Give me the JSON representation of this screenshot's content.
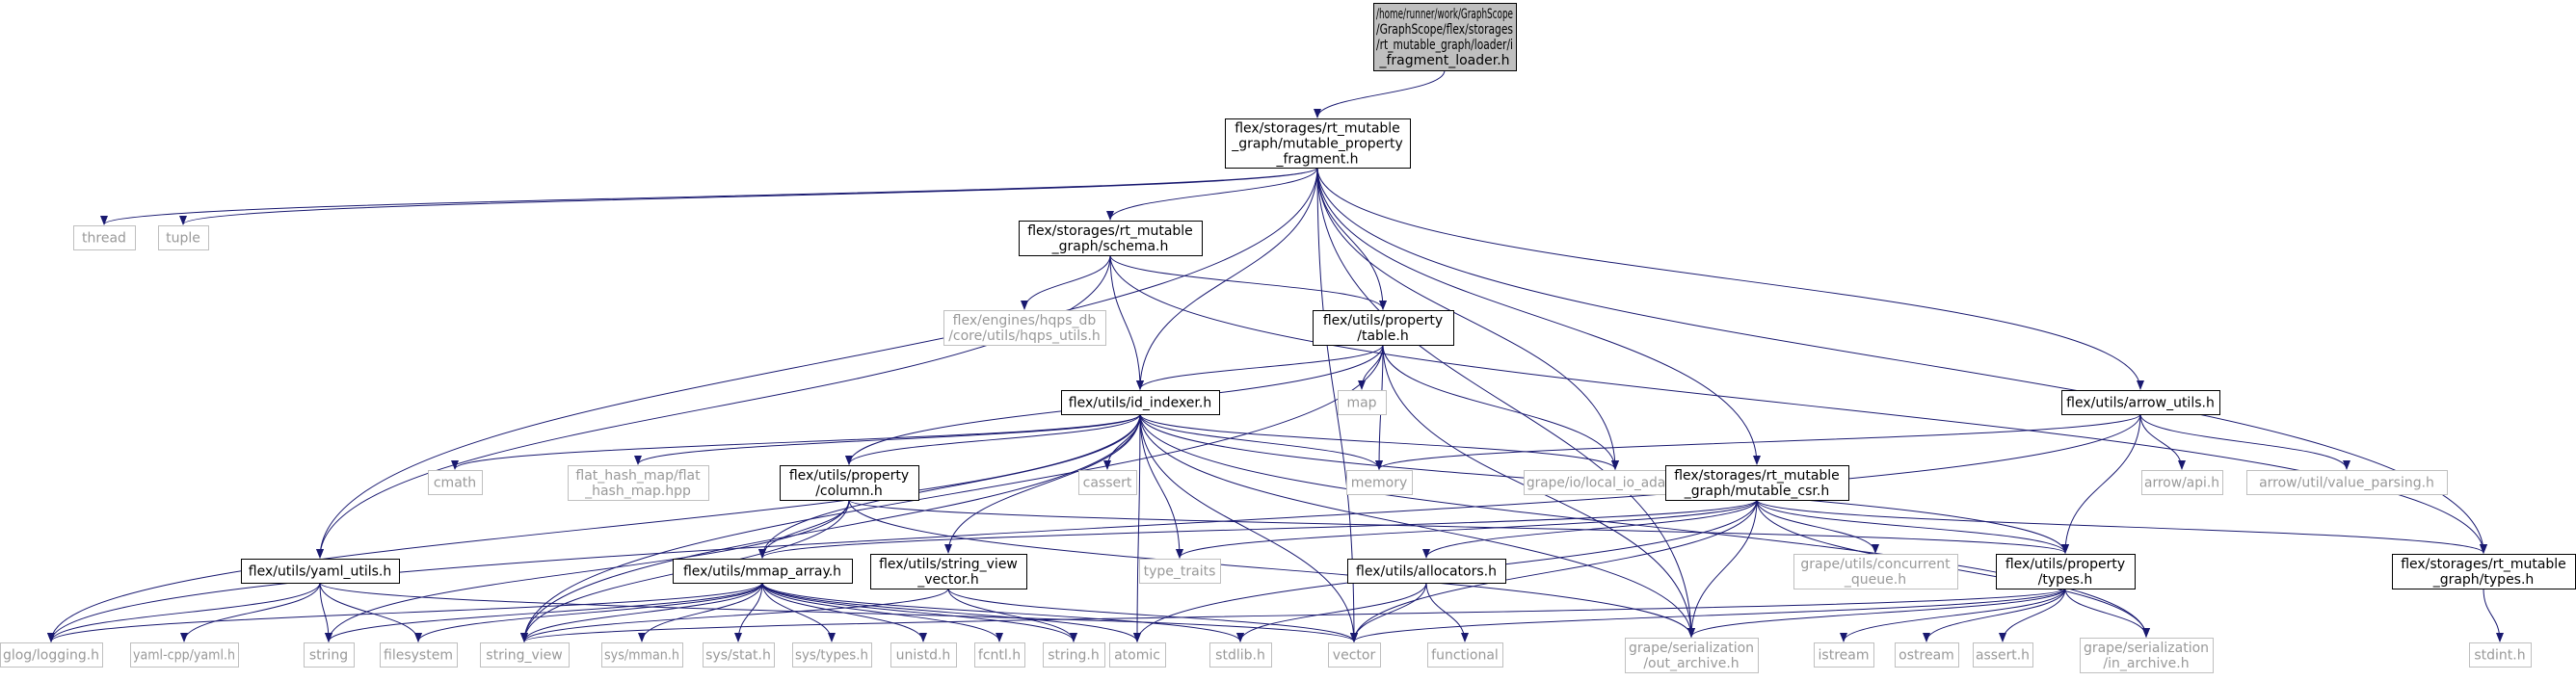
{
  "colors": {
    "edge": "#191970",
    "root_fill": "#bfbfbf",
    "node_border": "#000000",
    "system_border": "#bfbfbf",
    "system_text": "#999999"
  },
  "nodes": [
    {
      "id": "root",
      "kind": "root",
      "lines": [
        "/home/runner/work/GraphScope",
        "/GraphScope/flex/storages",
        "/rt_mutable_graph/loader/i",
        "_fragment_loader.h"
      ]
    },
    {
      "id": "mpf",
      "kind": "solid",
      "lines": [
        "flex/storages/rt_mutable",
        "_graph/mutable_property",
        "_fragment.h"
      ]
    },
    {
      "id": "thread",
      "kind": "sys",
      "lines": [
        "thread"
      ]
    },
    {
      "id": "tuple",
      "kind": "sys",
      "lines": [
        "tuple"
      ]
    },
    {
      "id": "schema",
      "kind": "solid",
      "lines": [
        "flex/storages/rt_mutable",
        "_graph/schema.h"
      ]
    },
    {
      "id": "hqps",
      "kind": "sys",
      "lines": [
        "flex/engines/hqps_db",
        "/core/utils/hqps_utils.h"
      ]
    },
    {
      "id": "table",
      "kind": "solid",
      "lines": [
        "flex/utils/property",
        "/table.h"
      ]
    },
    {
      "id": "map",
      "kind": "sys",
      "lines": [
        "map"
      ]
    },
    {
      "id": "idx",
      "kind": "solid",
      "lines": [
        "flex/utils/id_indexer.h"
      ]
    },
    {
      "id": "arrowu",
      "kind": "solid",
      "lines": [
        "flex/utils/arrow_utils.h"
      ]
    },
    {
      "id": "cmath",
      "kind": "sys",
      "lines": [
        "cmath"
      ]
    },
    {
      "id": "fhm",
      "kind": "sys",
      "lines": [
        "flat_hash_map/flat",
        "_hash_map.hpp"
      ]
    },
    {
      "id": "column",
      "kind": "solid",
      "lines": [
        "flex/utils/property",
        "/column.h"
      ]
    },
    {
      "id": "cassert",
      "kind": "sys",
      "lines": [
        "cassert"
      ]
    },
    {
      "id": "memory",
      "kind": "sys",
      "lines": [
        "memory"
      ]
    },
    {
      "id": "localio",
      "kind": "sys",
      "lines": [
        "grape/io/local_io_adaptor.h"
      ]
    },
    {
      "id": "csr",
      "kind": "solid",
      "lines": [
        "flex/storages/rt_mutable",
        "_graph/mutable_csr.h"
      ]
    },
    {
      "id": "arrowapi",
      "kind": "sys",
      "lines": [
        "arrow/api.h"
      ]
    },
    {
      "id": "valparse",
      "kind": "sys",
      "lines": [
        "arrow/util/value_parsing.h"
      ]
    },
    {
      "id": "yaml",
      "kind": "solid",
      "lines": [
        "flex/utils/yaml_utils.h"
      ]
    },
    {
      "id": "mmap",
      "kind": "solid",
      "lines": [
        "flex/utils/mmap_array.h"
      ]
    },
    {
      "id": "svv",
      "kind": "solid",
      "lines": [
        "flex/utils/string_view",
        "_vector.h"
      ]
    },
    {
      "id": "typetraits",
      "kind": "sys",
      "lines": [
        "type_traits"
      ]
    },
    {
      "id": "alloc",
      "kind": "solid",
      "lines": [
        "flex/utils/allocators.h"
      ]
    },
    {
      "id": "cq",
      "kind": "sys",
      "lines": [
        "grape/utils/concurrent",
        "_queue.h"
      ]
    },
    {
      "id": "ptypes",
      "kind": "solid",
      "lines": [
        "flex/utils/property",
        "/types.h"
      ]
    },
    {
      "id": "gtypes",
      "kind": "solid",
      "lines": [
        "flex/storages/rt_mutable",
        "_graph/types.h"
      ]
    },
    {
      "id": "glog",
      "kind": "sys",
      "lines": [
        "glog/logging.h"
      ]
    },
    {
      "id": "yamlcpp",
      "kind": "sys",
      "lines": [
        "yaml-cpp/yaml.h"
      ]
    },
    {
      "id": "string",
      "kind": "sys",
      "lines": [
        "string"
      ]
    },
    {
      "id": "filesystem",
      "kind": "sys",
      "lines": [
        "filesystem"
      ]
    },
    {
      "id": "stringview",
      "kind": "sys",
      "lines": [
        "string_view"
      ]
    },
    {
      "id": "mman",
      "kind": "sys",
      "lines": [
        "sys/mman.h"
      ]
    },
    {
      "id": "stat",
      "kind": "sys",
      "lines": [
        "sys/stat.h"
      ]
    },
    {
      "id": "systypes",
      "kind": "sys",
      "lines": [
        "sys/types.h"
      ]
    },
    {
      "id": "unistd",
      "kind": "sys",
      "lines": [
        "unistd.h"
      ]
    },
    {
      "id": "fcntl",
      "kind": "sys",
      "lines": [
        "fcntl.h"
      ]
    },
    {
      "id": "stringh",
      "kind": "sys",
      "lines": [
        "string.h"
      ]
    },
    {
      "id": "atomic",
      "kind": "sys",
      "lines": [
        "atomic"
      ]
    },
    {
      "id": "stdlib",
      "kind": "sys",
      "lines": [
        "stdlib.h"
      ]
    },
    {
      "id": "vector",
      "kind": "sys",
      "lines": [
        "vector"
      ]
    },
    {
      "id": "functional",
      "kind": "sys",
      "lines": [
        "functional"
      ]
    },
    {
      "id": "outarch",
      "kind": "sys",
      "lines": [
        "grape/serialization",
        "/out_archive.h"
      ]
    },
    {
      "id": "istream",
      "kind": "sys",
      "lines": [
        "istream"
      ]
    },
    {
      "id": "ostream",
      "kind": "sys",
      "lines": [
        "ostream"
      ]
    },
    {
      "id": "asserth",
      "kind": "sys",
      "lines": [
        "assert.h"
      ]
    },
    {
      "id": "inarch",
      "kind": "sys",
      "lines": [
        "grape/serialization",
        "/in_archive.h"
      ]
    },
    {
      "id": "stdint",
      "kind": "sys",
      "lines": [
        "stdint.h"
      ]
    }
  ],
  "edges": [
    [
      "root",
      "mpf"
    ],
    [
      "mpf",
      "thread"
    ],
    [
      "mpf",
      "tuple"
    ],
    [
      "mpf",
      "schema"
    ],
    [
      "mpf",
      "yaml"
    ],
    [
      "mpf",
      "idx"
    ],
    [
      "mpf",
      "table"
    ],
    [
      "mpf",
      "vector"
    ],
    [
      "mpf",
      "localio"
    ],
    [
      "mpf",
      "csr"
    ],
    [
      "mpf",
      "outarch"
    ],
    [
      "mpf",
      "arrowu"
    ],
    [
      "mpf",
      "gtypes"
    ],
    [
      "schema",
      "yaml"
    ],
    [
      "schema",
      "hqps"
    ],
    [
      "schema",
      "idx"
    ],
    [
      "schema",
      "table"
    ],
    [
      "schema",
      "gtypes"
    ],
    [
      "table",
      "idx"
    ],
    [
      "table",
      "column"
    ],
    [
      "table",
      "stringview"
    ],
    [
      "table",
      "map"
    ],
    [
      "table",
      "memory"
    ],
    [
      "table",
      "localio"
    ],
    [
      "table",
      "outarch"
    ],
    [
      "idx",
      "glog"
    ],
    [
      "idx",
      "cmath"
    ],
    [
      "idx",
      "fhm"
    ],
    [
      "idx",
      "column"
    ],
    [
      "idx",
      "cassert"
    ],
    [
      "idx",
      "memory"
    ],
    [
      "idx",
      "localio"
    ],
    [
      "idx",
      "mmap"
    ],
    [
      "idx",
      "svv"
    ],
    [
      "idx",
      "typetraits"
    ],
    [
      "idx",
      "atomic"
    ],
    [
      "idx",
      "vector"
    ],
    [
      "idx",
      "outarch"
    ],
    [
      "idx",
      "inarch"
    ],
    [
      "idx",
      "ptypes"
    ],
    [
      "idx",
      "stringview"
    ],
    [
      "arrowu",
      "memory"
    ],
    [
      "arrowu",
      "arrowapi"
    ],
    [
      "arrowu",
      "valparse"
    ],
    [
      "arrowu",
      "ptypes"
    ],
    [
      "arrowu",
      "glog"
    ],
    [
      "column",
      "mmap"
    ],
    [
      "column",
      "ptypes"
    ],
    [
      "column",
      "string"
    ],
    [
      "column",
      "stringview"
    ],
    [
      "column",
      "outarch"
    ],
    [
      "csr",
      "mmap"
    ],
    [
      "csr",
      "typetraits"
    ],
    [
      "csr",
      "alloc"
    ],
    [
      "csr",
      "cq"
    ],
    [
      "csr",
      "ptypes"
    ],
    [
      "csr",
      "gtypes"
    ],
    [
      "csr",
      "atomic"
    ],
    [
      "csr",
      "vector"
    ],
    [
      "csr",
      "outarch"
    ],
    [
      "csr",
      "inarch"
    ],
    [
      "yaml",
      "glog"
    ],
    [
      "yaml",
      "yamlcpp"
    ],
    [
      "yaml",
      "string"
    ],
    [
      "yaml",
      "filesystem"
    ],
    [
      "yaml",
      "vector"
    ],
    [
      "mmap",
      "glog"
    ],
    [
      "mmap",
      "string"
    ],
    [
      "mmap",
      "filesystem"
    ],
    [
      "mmap",
      "stringview"
    ],
    [
      "mmap",
      "mman"
    ],
    [
      "mmap",
      "stat"
    ],
    [
      "mmap",
      "systypes"
    ],
    [
      "mmap",
      "unistd"
    ],
    [
      "mmap",
      "fcntl"
    ],
    [
      "mmap",
      "stringh"
    ],
    [
      "mmap",
      "atomic"
    ],
    [
      "mmap",
      "stdlib"
    ],
    [
      "svv",
      "stringview"
    ],
    [
      "svv",
      "stringh"
    ],
    [
      "svv",
      "vector"
    ],
    [
      "alloc",
      "stdlib"
    ],
    [
      "alloc",
      "vector"
    ],
    [
      "alloc",
      "functional"
    ],
    [
      "ptypes",
      "vector"
    ],
    [
      "ptypes",
      "outarch"
    ],
    [
      "ptypes",
      "istream"
    ],
    [
      "ptypes",
      "ostream"
    ],
    [
      "ptypes",
      "asserth"
    ],
    [
      "ptypes",
      "inarch"
    ],
    [
      "ptypes",
      "stringview"
    ],
    [
      "gtypes",
      "stdint"
    ]
  ]
}
